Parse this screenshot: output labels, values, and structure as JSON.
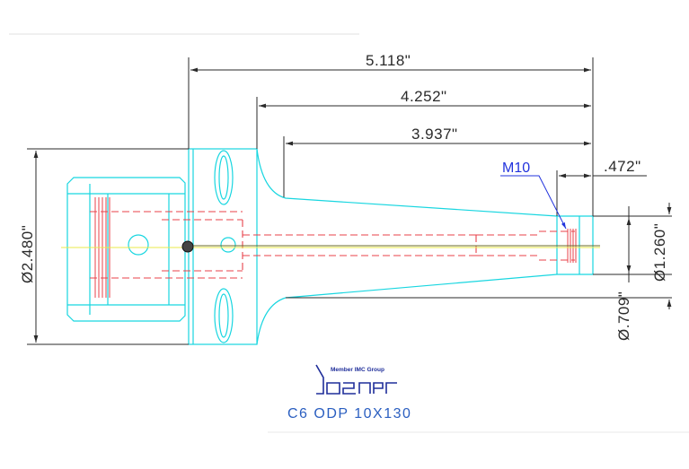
{
  "drawing": {
    "dimensions": {
      "overall_length": "5.118\"",
      "length_mid": "4.252\"",
      "length_short": "3.937\"",
      "end_length": ".472\"",
      "flange_diameter": "Ø2.480\"",
      "tip_diameter": "Ø1.260\"",
      "nose_diameter": "Ø.709\""
    },
    "thread_callout": "M10",
    "logo": {
      "tagline": "Member IMC Group",
      "brand": "ISCAR"
    },
    "part_code": "C6  ODP  10X130"
  },
  "colors": {
    "outline": "#18d6e0",
    "hidden_lines": "#e8424a",
    "dimension_lines": "#2a2a2a",
    "callout": "#2233dd",
    "centerline_yellow": "#e8e84a",
    "centerline_olive": "#6b6b2a",
    "caption": "#2a5ec0",
    "logo": "#1f2e9a"
  }
}
